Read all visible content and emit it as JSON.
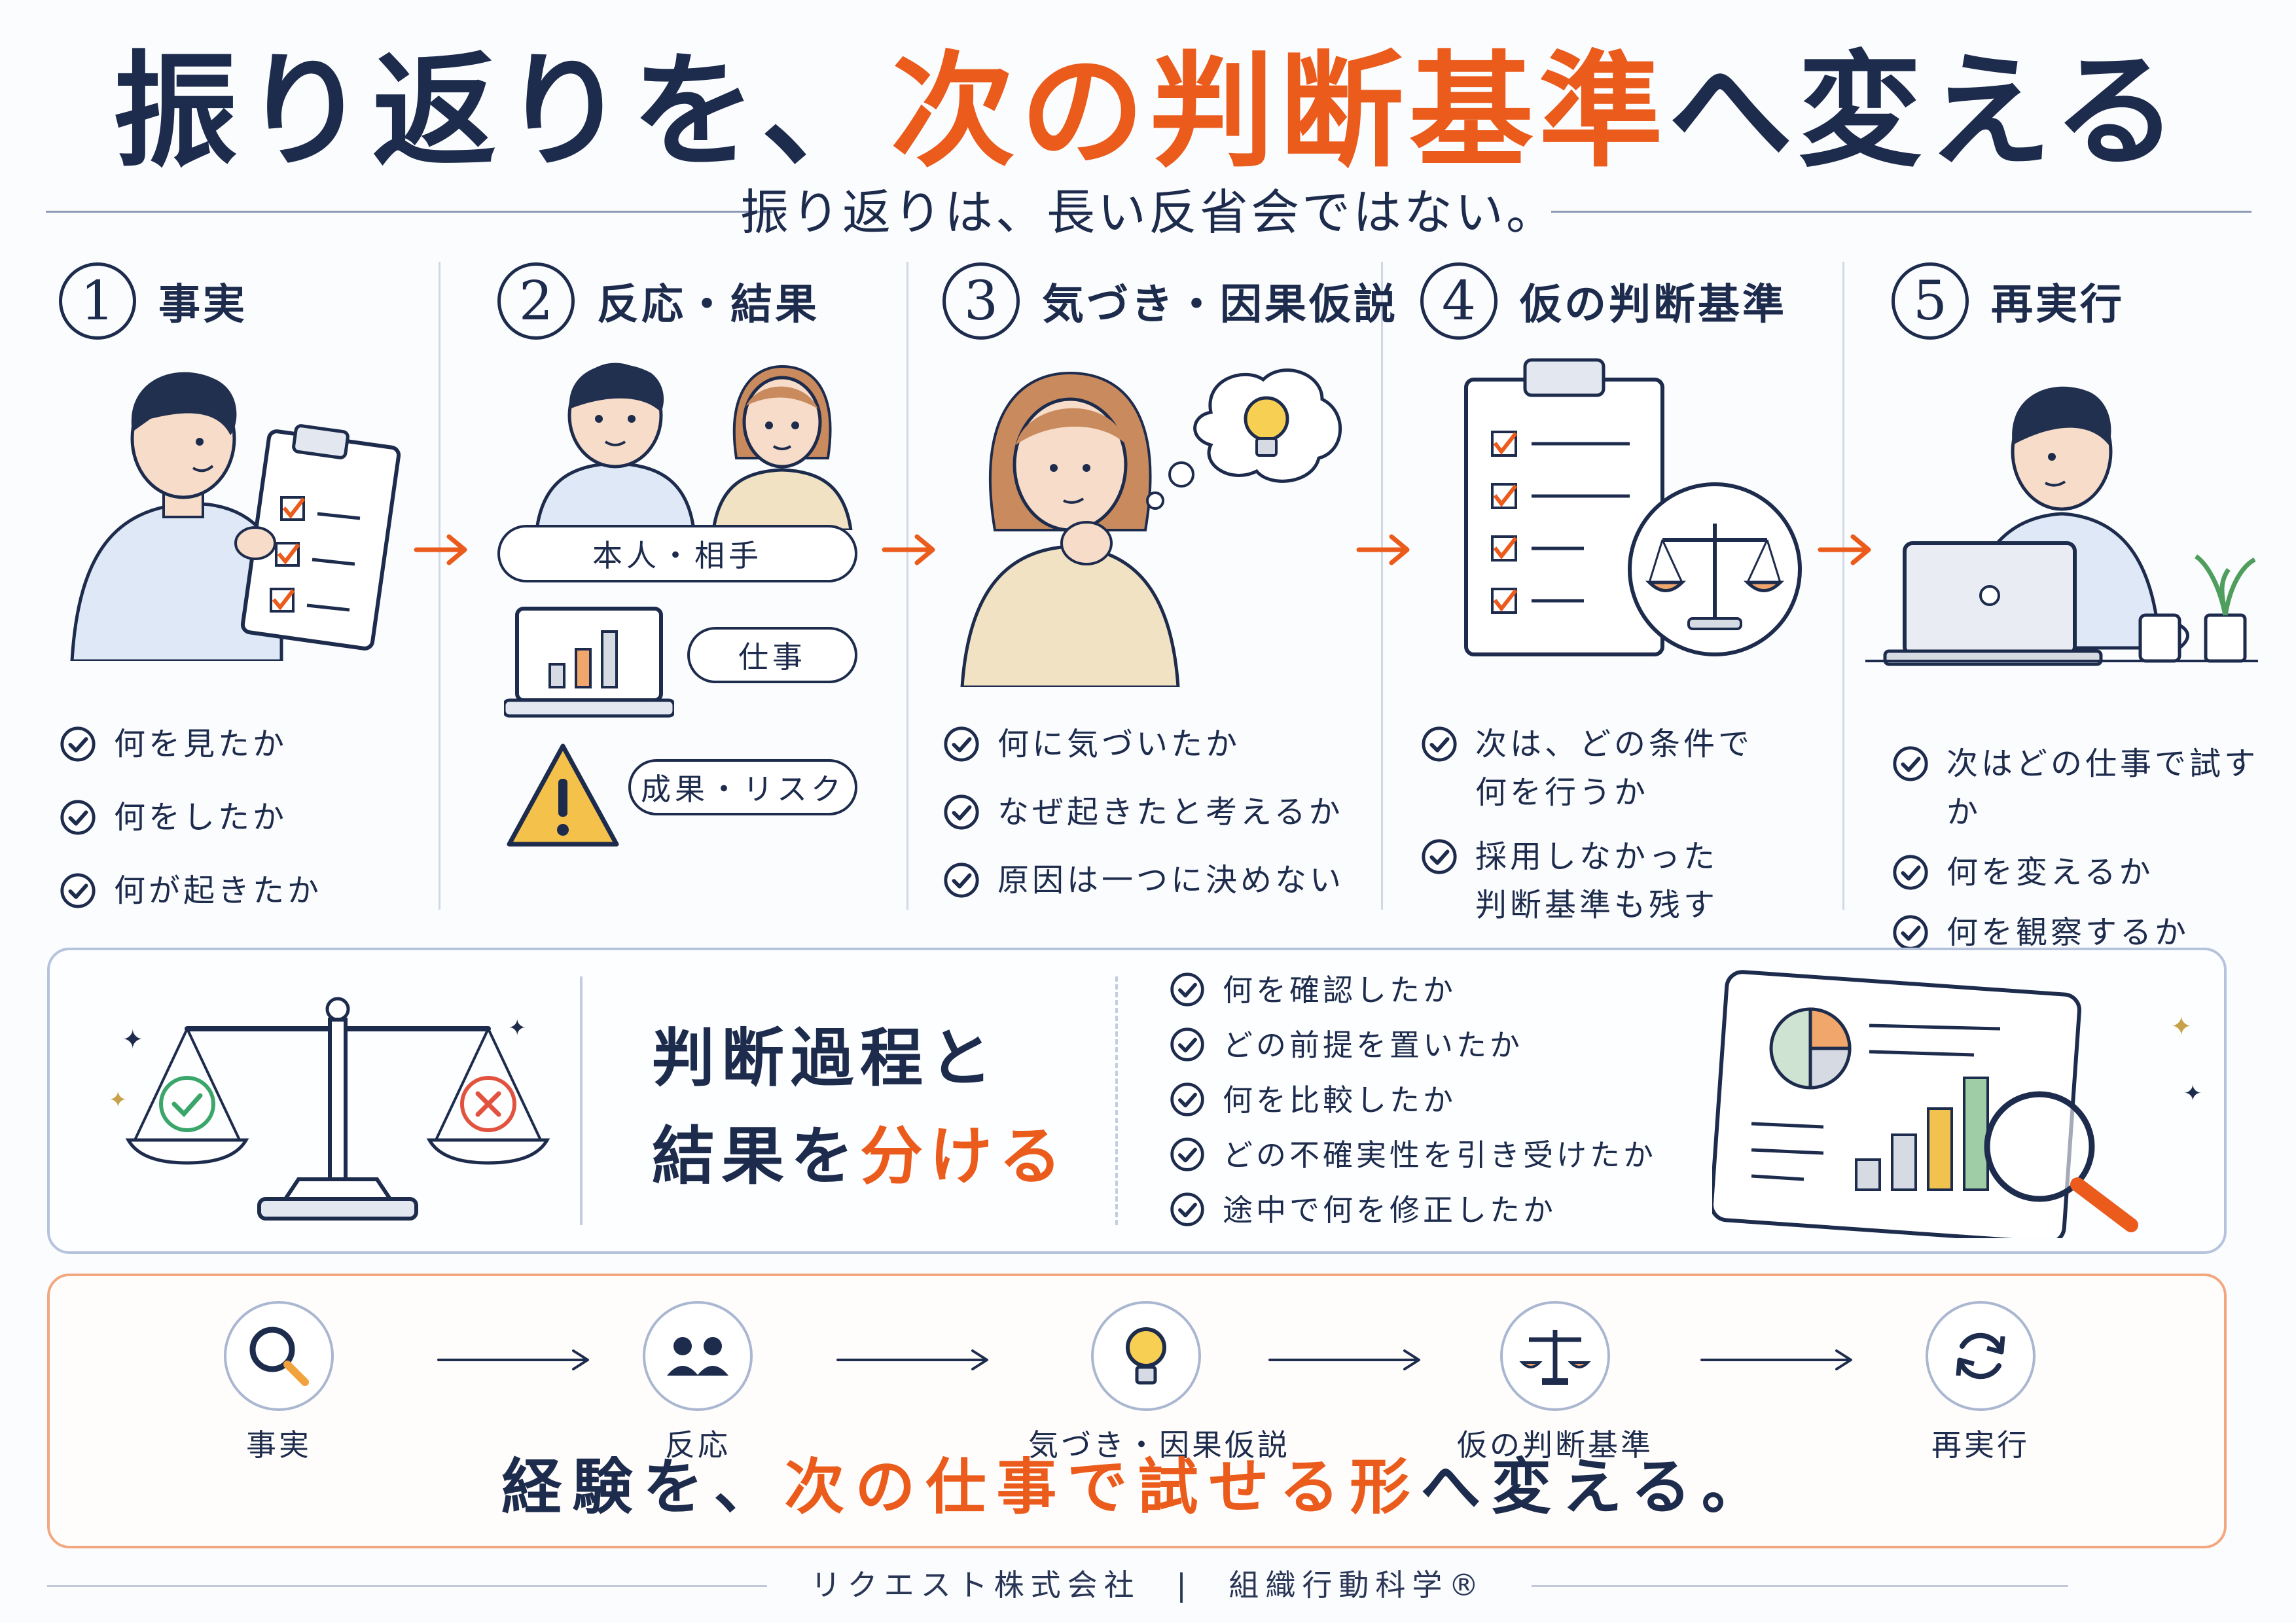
{
  "title": {
    "part1": "振り返りを、",
    "highlight": "次の判断基準",
    "part2": "へ変える"
  },
  "subtitle": "振り返りは、長い反省会ではない。",
  "steps": [
    {
      "num": "1",
      "title": "事実",
      "items": [
        "何を見たか",
        "何をしたか",
        "何が起きたか"
      ]
    },
    {
      "num": "2",
      "title": "反応・結果",
      "tags": [
        "本人・相手",
        "仕事",
        "成果・リスク"
      ]
    },
    {
      "num": "3",
      "title": "気づき・因果仮説",
      "items": [
        "何に気づいたか",
        "なぜ起きたと考えるか",
        "原因は一つに決めない"
      ]
    },
    {
      "num": "4",
      "title": "仮の判断基準",
      "items": [
        [
          "次は、どの条件で",
          "何を行うか"
        ],
        [
          "採用しなかった",
          "判断基準も残す"
        ]
      ]
    },
    {
      "num": "5",
      "title": "再実行",
      "items": [
        "次はどの仕事で試すか",
        "何を変えるか",
        "何を観察するか"
      ]
    }
  ],
  "middle": {
    "title_line1": "判断過程と",
    "title_line2_a": "結果を",
    "title_line2_hl": "分ける",
    "items": [
      "何を確認したか",
      "どの前提を置いたか",
      "何を比較したか",
      "どの不確実性を引き受けたか",
      "途中で何を修正したか"
    ]
  },
  "flow": {
    "items": [
      "事実",
      "反応",
      "気づき・因果仮説",
      "仮の判断基準",
      "再実行"
    ],
    "tagline": {
      "part1": "経験を、",
      "highlight": "次の仕事で試せる形",
      "part2": "へ変える。"
    }
  },
  "footer": {
    "company": "リクエスト株式会社",
    "separator": "|",
    "brand": "組織行動科学®"
  },
  "colors": {
    "navy": "#1d2b4c",
    "orange": "#ea5b1c",
    "check_green": "#3aa66a",
    "cross_red": "#e2533f"
  }
}
